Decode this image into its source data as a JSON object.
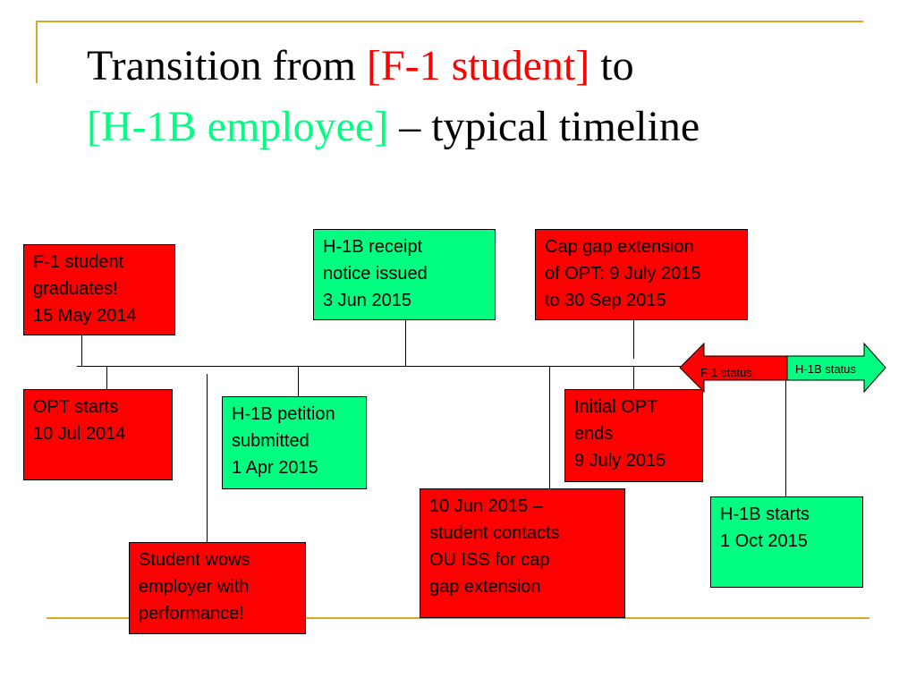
{
  "title": {
    "part1": "Transition from ",
    "f1": "[F-1 student]",
    "part2": " to",
    "h1b": "[H-1B employee]",
    "part3": " – typical timeline"
  },
  "colors": {
    "red": "#ff0000",
    "green": "#00ff80",
    "gold_rule": "#d9a72a"
  },
  "timeline_events": {
    "graduates": [
      "F-1 student",
      "graduates!",
      "15 May 2014"
    ],
    "opt_starts": [
      "OPT starts",
      "10 Jul 2014"
    ],
    "wows": [
      "Student wows",
      "employer with",
      "performance!"
    ],
    "petition": [
      "H-1B petition",
      "submitted",
      "1 Apr 2015"
    ],
    "receipt": [
      "H-1B receipt",
      "notice issued",
      "3 Jun 2015"
    ],
    "contacts": [
      "10 Jun 2015 –",
      "student contacts",
      "OU ISS for cap",
      "gap extension"
    ],
    "cap_gap": [
      "Cap gap extension",
      "of OPT: 9 July 2015",
      "to 30 Sep 2015"
    ],
    "opt_ends": [
      "Initial OPT",
      "ends",
      "9 July 2015"
    ],
    "h1b_starts": [
      "H-1B starts",
      "1 Oct 2015"
    ]
  },
  "status_arrows": {
    "f1": "F-1 status",
    "h1b": "H-1B status"
  }
}
